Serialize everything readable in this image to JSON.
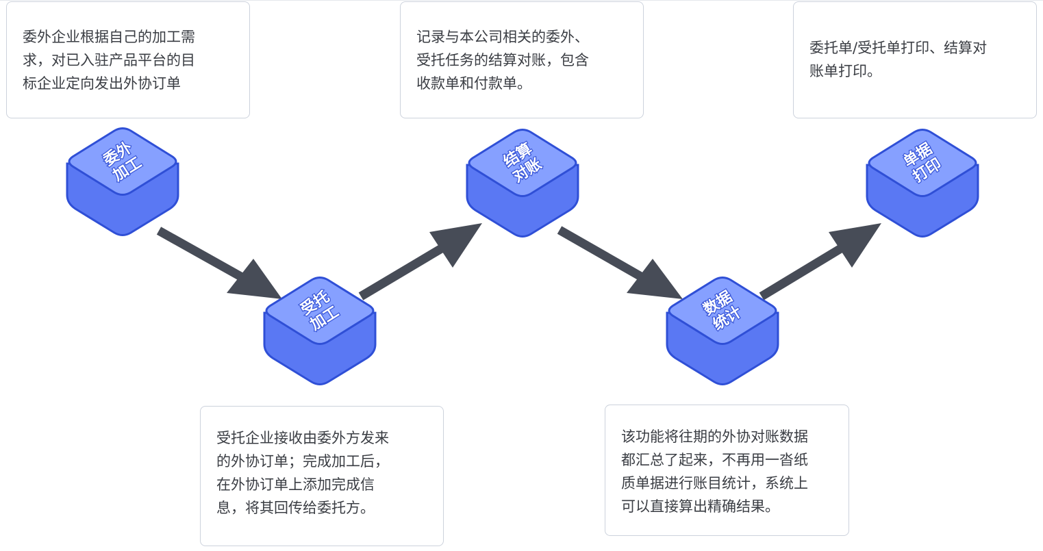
{
  "nodes": [
    {
      "id": "outsourced-processing",
      "line1": "委外",
      "line2": "加工"
    },
    {
      "id": "contracted-processing",
      "line1": "受托",
      "line2": "加工"
    },
    {
      "id": "settlement-reconciliation",
      "line1": "结算",
      "line2": "对账"
    },
    {
      "id": "data-statistics",
      "line1": "数据",
      "line2": "统计"
    },
    {
      "id": "document-printing",
      "line1": "单据",
      "line2": "打印"
    }
  ],
  "descriptions": [
    {
      "node": "outsourced-processing",
      "text": "委外企业根据自己的加工需\n求，对已入驻产品平台的目\n标企业定向发出外协订单"
    },
    {
      "node": "contracted-processing",
      "text": "受托企业接收由委外方发来\n的外协订单；完成加工后，\n在外协订单上添加完成信\n息，将其回传给委托方。"
    },
    {
      "node": "settlement-reconciliation",
      "text": "记录与本公司相关的委外、\n受托任务的结算对账，包含\n收款单和付款单。"
    },
    {
      "node": "data-statistics",
      "text": "该功能将往期的外协对账数据\n都汇总了起来，不再用一沓纸\n质单据进行账目统计，系统上\n可以直接算出精确结果。"
    },
    {
      "node": "document-printing",
      "text": "委托单/受托单打印、结算对\n账单打印。"
    }
  ],
  "colors": {
    "node_top": "#86a0ff",
    "node_side": "#5a78f3",
    "node_border": "#2f4fd6",
    "arrow": "#474c57",
    "card_border": "#ccd2dc",
    "text": "#3a3d43"
  }
}
